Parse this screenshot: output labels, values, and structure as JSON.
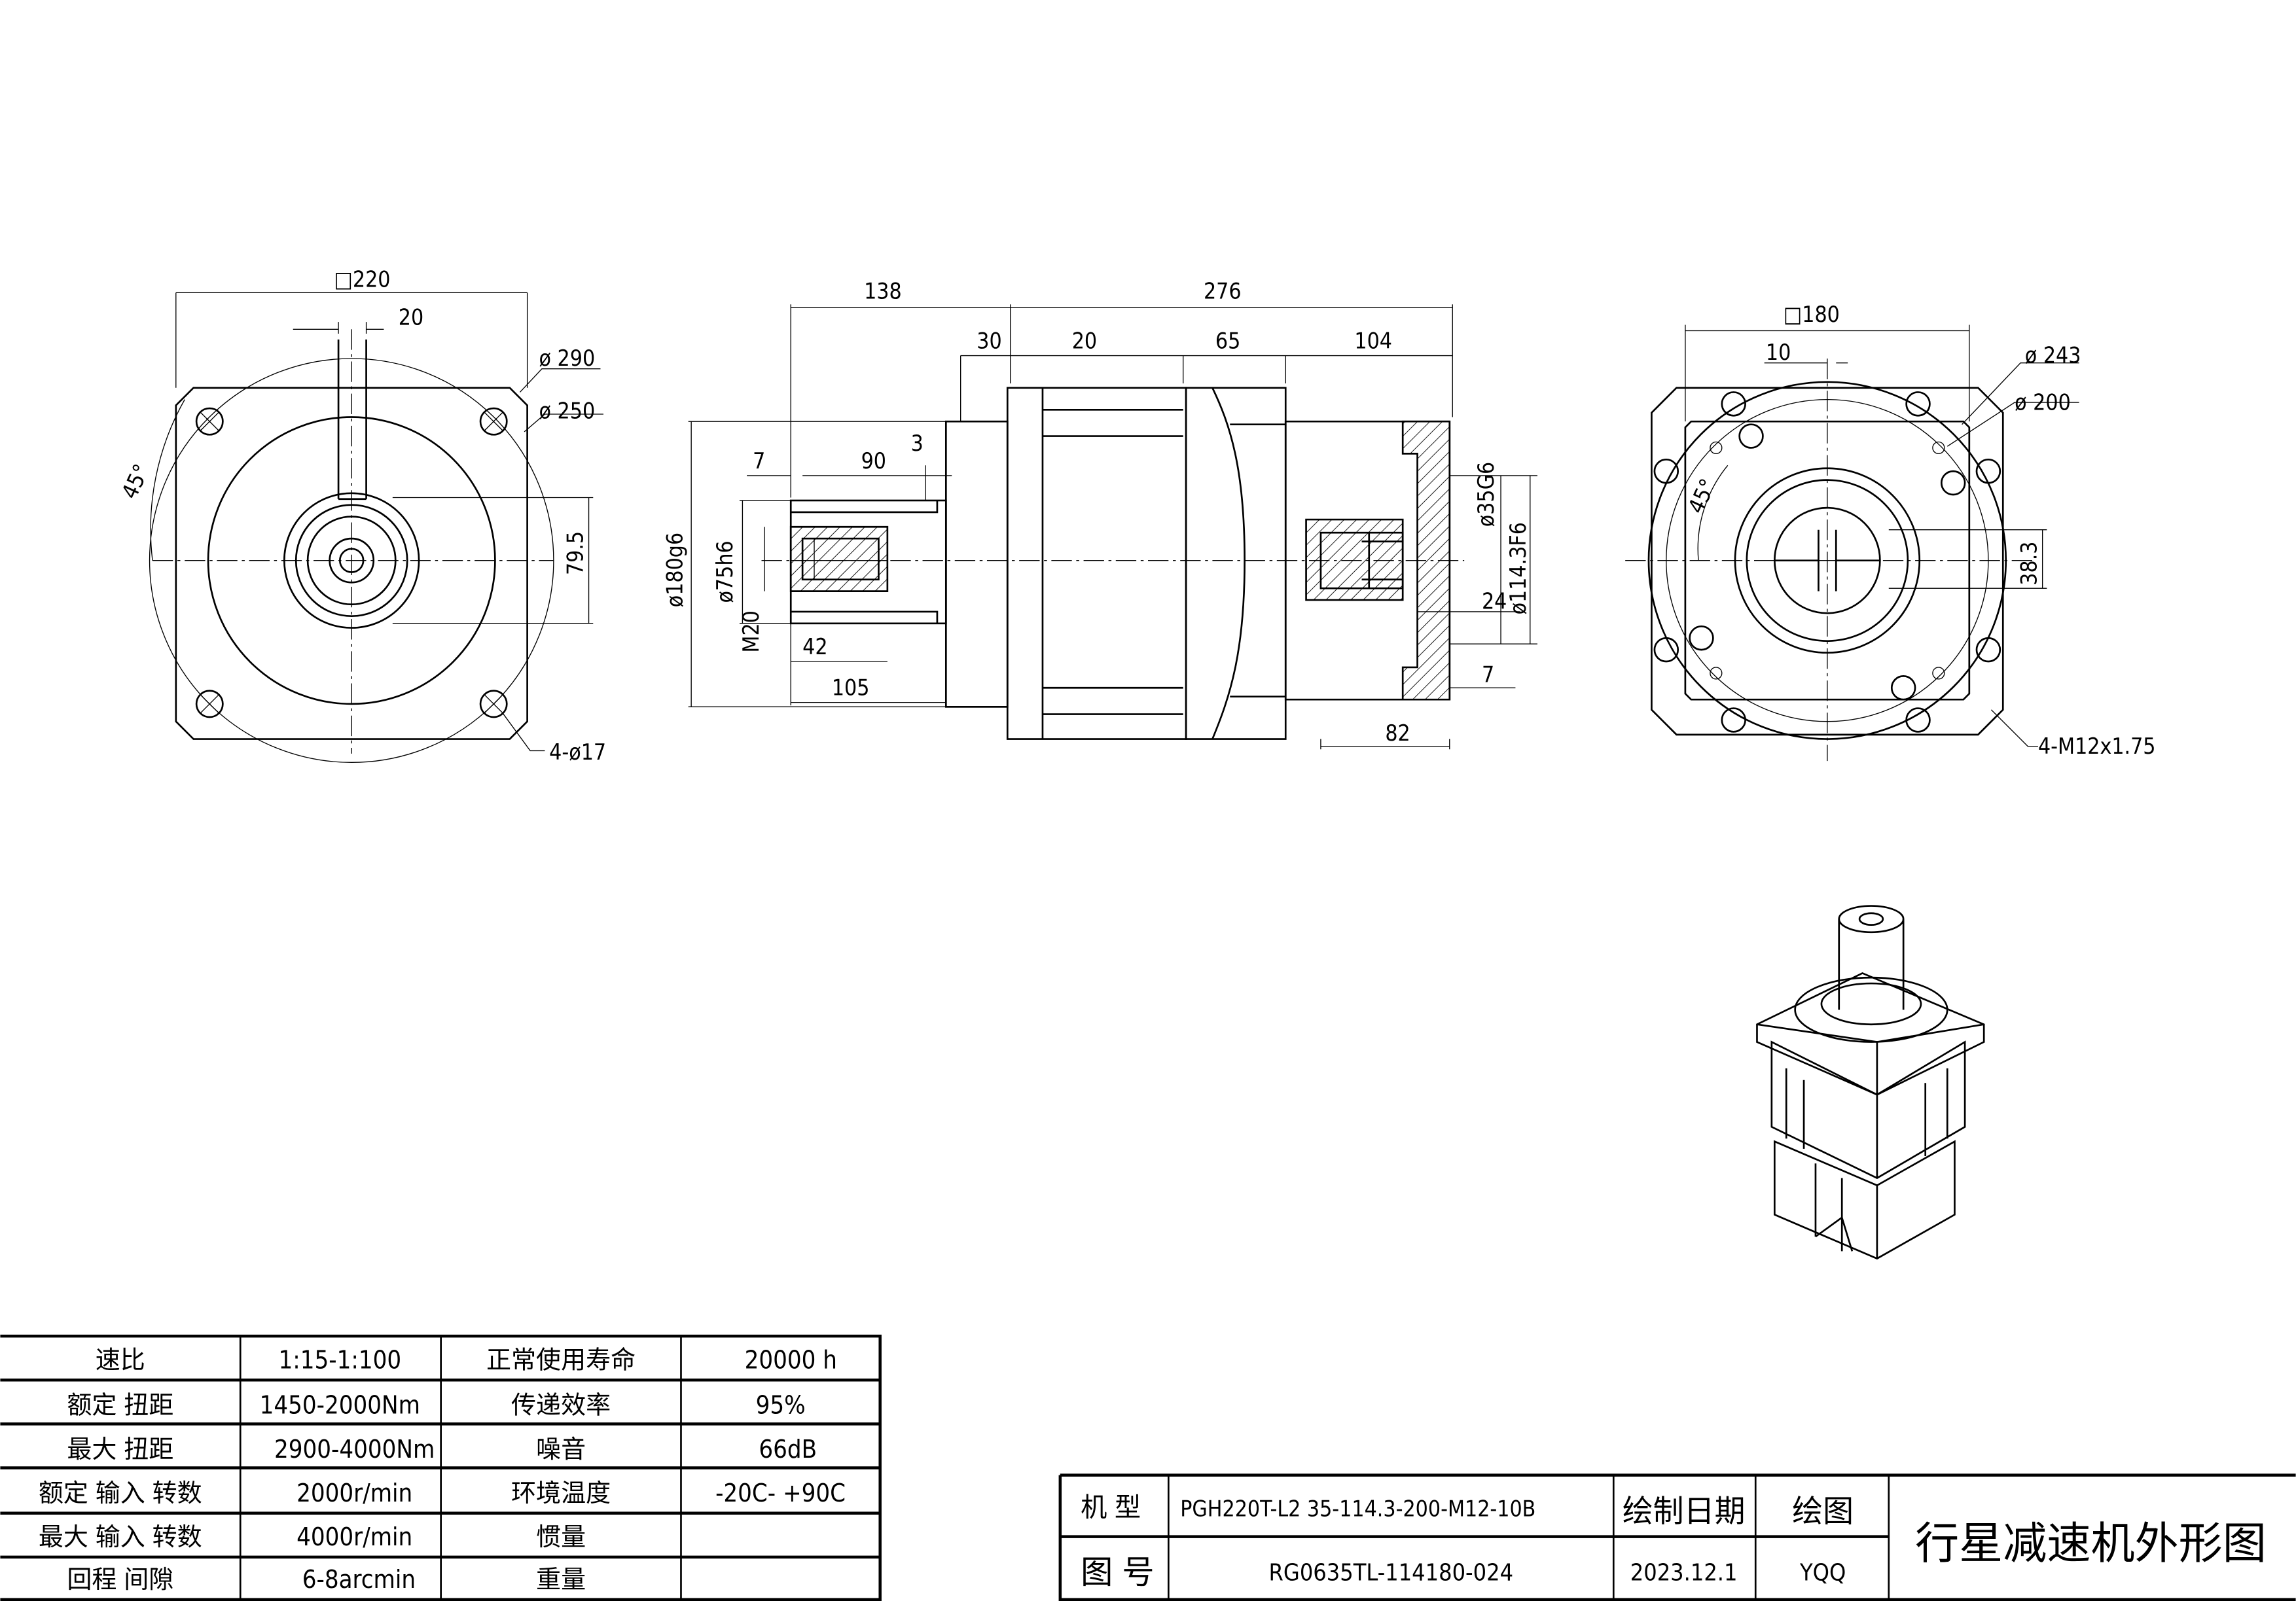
{
  "front_view": {
    "square": "□220",
    "key_width": "20",
    "dia_outer": "ø 290",
    "dia_pcd": "ø 250",
    "angle": "45°",
    "key_height": "79.5",
    "holes": "4-ø17"
  },
  "side_view": {
    "len_input": "138",
    "len_total": "276",
    "d30": "30",
    "d20": "20",
    "d65": "65",
    "d104": "104",
    "d7": "7",
    "d90": "90",
    "d3": "3",
    "dia_flange": "ø180g6",
    "dia_shaft": "ø75h6",
    "thread": "M20",
    "d42": "42",
    "d105": "105",
    "dia_bore": "ø35G6",
    "dia_pilot": "ø114.3F6",
    "d24": "24",
    "d7b": "7",
    "d82": "82"
  },
  "rear_view": {
    "square": "□180",
    "key": "10",
    "dia_outer": "ø 243",
    "dia_pcd": "ø 200",
    "angle": "45°",
    "key_height": "38.3",
    "holes": "4-M12x1.75"
  },
  "spec_table": {
    "rows": [
      [
        "速比",
        "1:15-1:100",
        "正常使用寿命",
        "20000  h"
      ],
      [
        "额定 扭距",
        "1450-2000Nm",
        "传递效率",
        "95%"
      ],
      [
        "最大 扭距",
        "2900-4000Nm",
        "噪音",
        "66dB"
      ],
      [
        "额定 输入 转数",
        "2000r/min",
        "环境温度",
        "-20C-  +90C"
      ],
      [
        "最大 输入 转数",
        "4000r/min",
        "惯量",
        ""
      ],
      [
        "回程 间隙",
        "6-8arcmin",
        "重量",
        ""
      ]
    ]
  },
  "title_block": {
    "model_label": "机  型",
    "model_value": "PGH220T-L2  35-114.3-200-M12-10B",
    "drawing_no_label": "图  号",
    "drawing_no_value": "RG0635TL-114180-024",
    "date_label": "绘制日期",
    "date_value": "2023.12.1",
    "drawn_label": "绘图",
    "drawn_value": "YQQ",
    "title": "行星减速机外形图"
  }
}
